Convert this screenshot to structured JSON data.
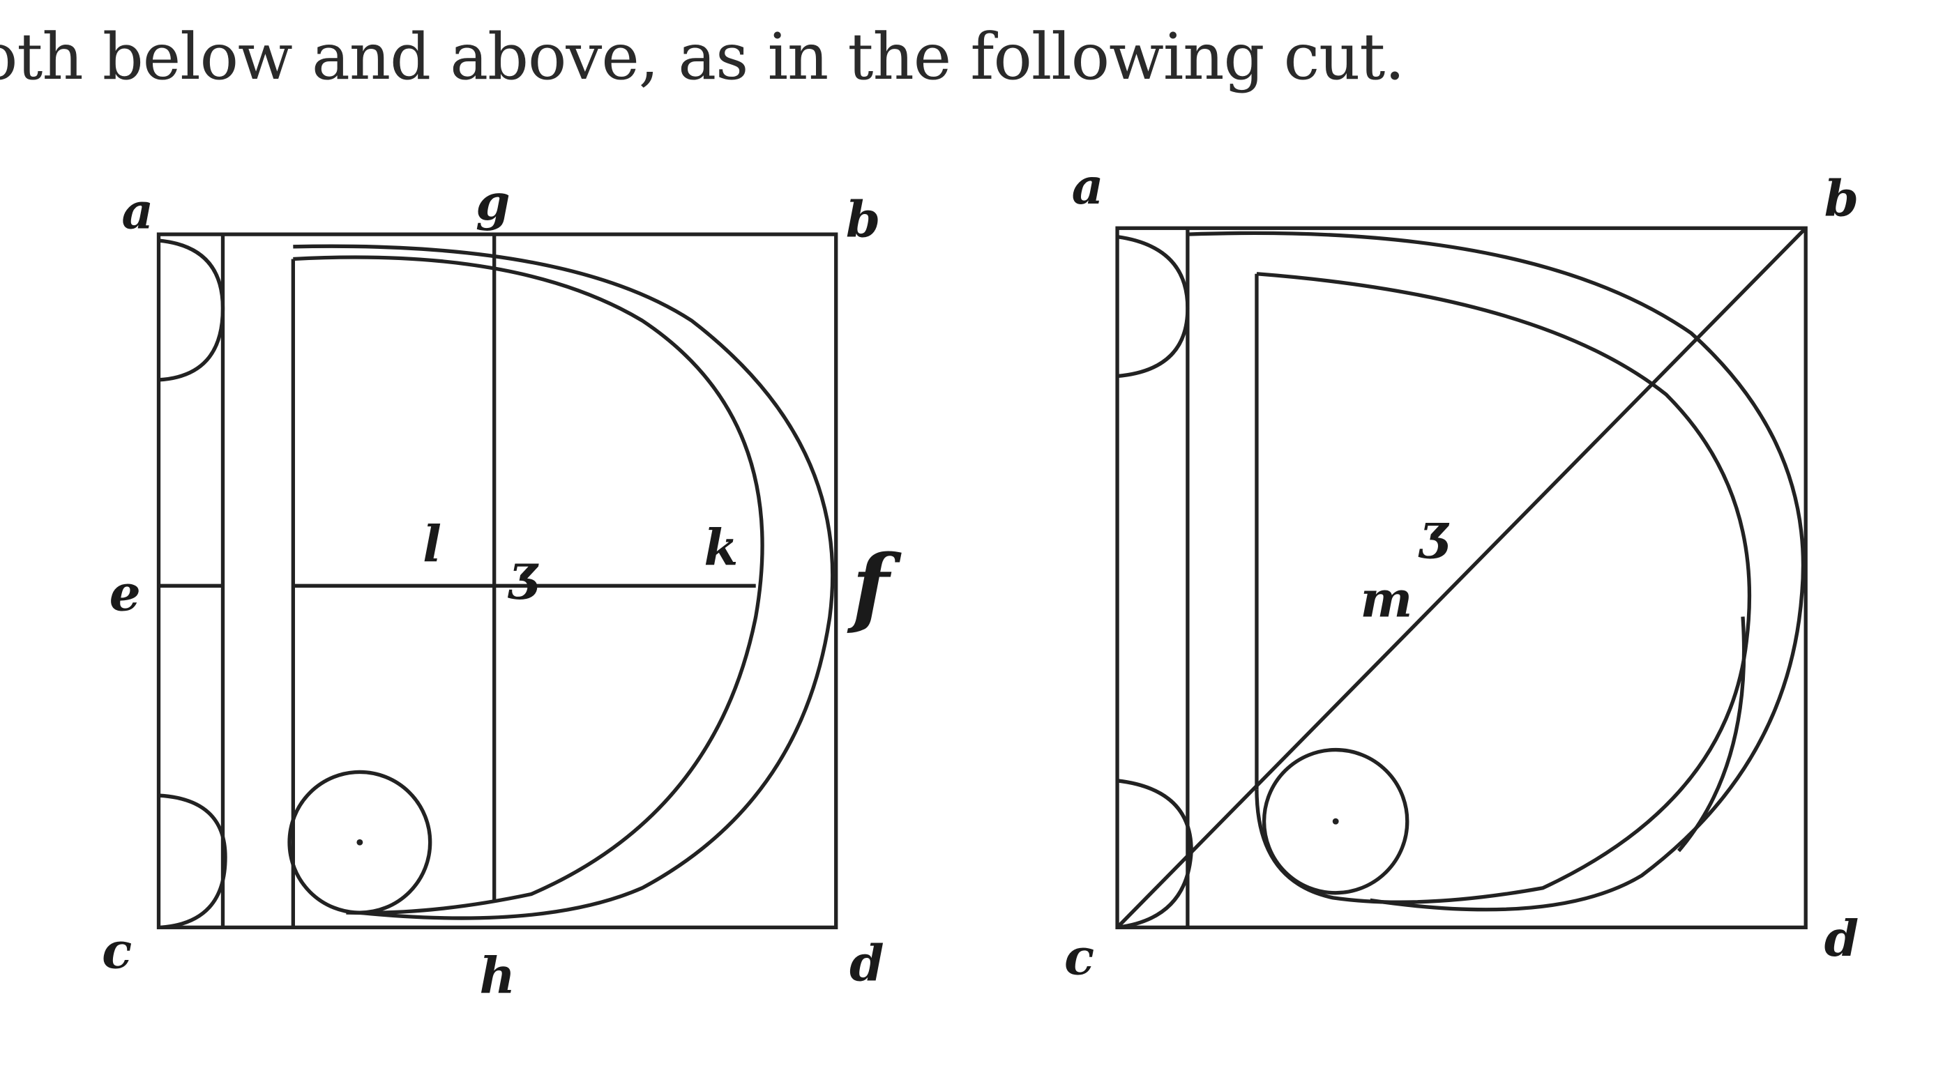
{
  "text": {
    "caption": "oth below and above, as in the following cut."
  },
  "left_figure": {
    "labels": {
      "a": "a",
      "g": "g",
      "b": "b",
      "e": "e",
      "l": "l",
      "z": "ʒ",
      "k": "k",
      "f": "f",
      "c": "c",
      "h": "h",
      "d": "d"
    }
  },
  "right_figure": {
    "labels": {
      "a": "a",
      "b": "b",
      "z": "ʒ",
      "m": "m",
      "c": "c",
      "d": "d"
    }
  }
}
